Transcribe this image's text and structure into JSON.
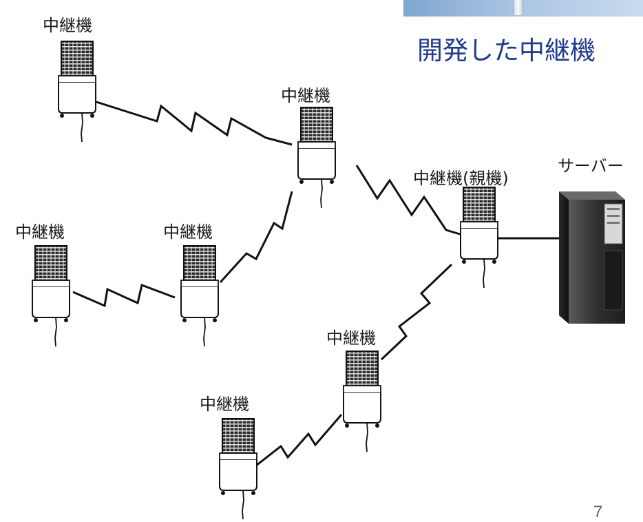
{
  "slide": {
    "headline": "開発した中継機",
    "page_number": "7"
  },
  "diagram": {
    "nodes": [
      {
        "id": "relay-top-left",
        "label": "中継機"
      },
      {
        "id": "relay-center",
        "label": "中継機"
      },
      {
        "id": "relay-left",
        "label": "中継機"
      },
      {
        "id": "relay-mid-left",
        "label": "中継機"
      },
      {
        "id": "relay-parent",
        "label": "中継機(親機)"
      },
      {
        "id": "server",
        "label": "サーバー"
      },
      {
        "id": "relay-lower-mid",
        "label": "中継機"
      },
      {
        "id": "relay-bottom",
        "label": "中継機"
      }
    ],
    "links": [
      {
        "from": "relay-top-left",
        "to": "relay-center",
        "kind": "wireless"
      },
      {
        "from": "relay-mid-left",
        "to": "relay-center",
        "kind": "wireless"
      },
      {
        "from": "relay-left",
        "to": "relay-mid-left",
        "kind": "wireless"
      },
      {
        "from": "relay-center",
        "to": "relay-parent",
        "kind": "wireless"
      },
      {
        "from": "relay-lower-mid",
        "to": "relay-parent",
        "kind": "wireless"
      },
      {
        "from": "relay-bottom",
        "to": "relay-lower-mid",
        "kind": "wireless"
      },
      {
        "from": "relay-parent",
        "to": "server",
        "kind": "wired"
      }
    ]
  }
}
